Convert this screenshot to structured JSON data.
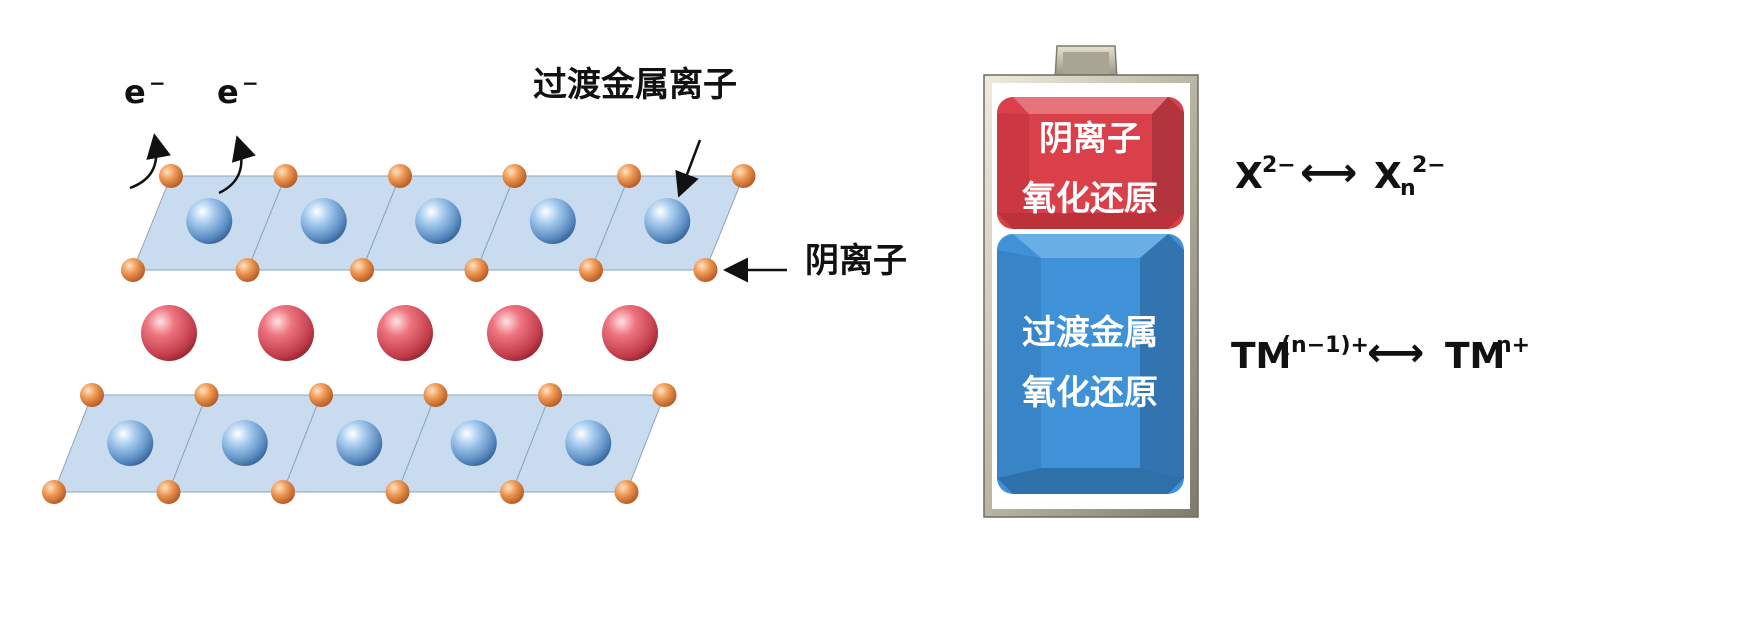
{
  "electron_labels": [
    "e",
    "e"
  ],
  "electron_charge": "−",
  "transition_metal_ion_label": "过渡金属离子",
  "anion_label": "阴离子",
  "battery": {
    "top_block": {
      "line1": "阴离子",
      "line2": "氧化还原"
    },
    "bottom_block": {
      "line1": "过渡金属",
      "line2": "氧化还原"
    }
  },
  "equations": {
    "anion": {
      "left_base": "X",
      "left_sup": "2−",
      "arrow": "⟷",
      "right_base": "X",
      "right_sub": "n",
      "right_sup": "2−"
    },
    "tm": {
      "left_base": "TM",
      "left_sup": "(n−1)+",
      "arrow": "⟷",
      "right_base": "TM",
      "right_sup": "n+"
    }
  },
  "colors": {
    "layer_fill": "#c9dcef",
    "anion_sphere": "#ee9a5a",
    "tm_sphere": "#8ab9e3",
    "cation_sphere": "#e8606e",
    "battery_top": "#d9404a",
    "battery_bottom": "#3f92d8",
    "battery_frame": "#c8c4b4"
  }
}
